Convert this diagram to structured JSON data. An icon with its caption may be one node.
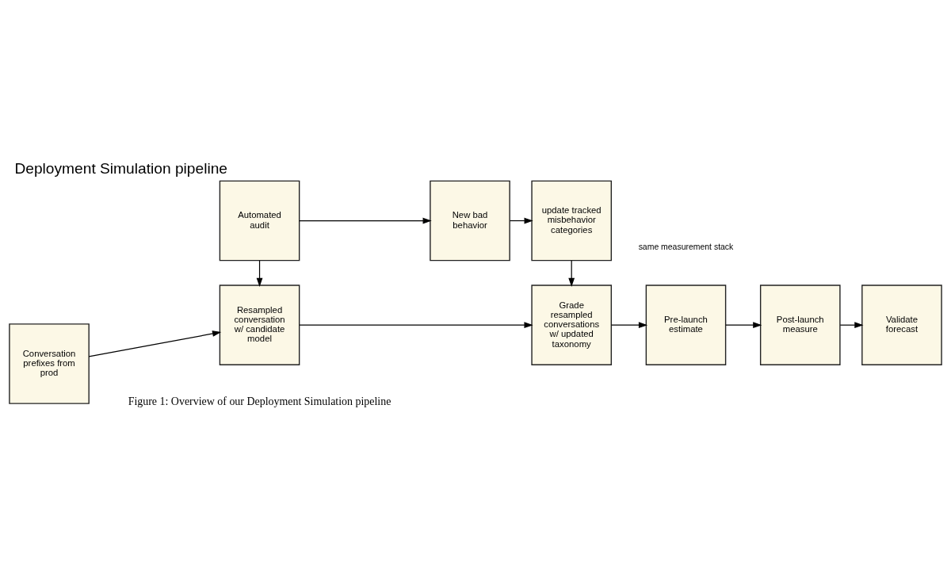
{
  "diagram": {
    "title": "Deployment Simulation pipeline",
    "caption": "Figure 1: Overview of our Deployment Simulation pipeline",
    "nodes": [
      {
        "text": [
          "Automated audit"
        ]
      },
      {
        "text": [
          "New bad behavior"
        ]
      },
      {
        "text": [
          "update tracked misbehavior categories"
        ]
      },
      {
        "text": [
          "Conversation prefixes from prod"
        ]
      },
      {
        "text": [
          "Resampled conversation w/ candidate model"
        ]
      },
      {
        "text": [
          "Grade resampled conversations w/ updated taxonomy"
        ]
      },
      {
        "text": [
          "Pre-launch estimate"
        ]
      },
      {
        "text": [
          "Post-launch measure"
        ]
      },
      {
        "text": [
          "Validate forecast"
        ]
      }
    ],
    "edges": [
      {
        "from": 0,
        "to": 1,
        "arrow": "to"
      },
      {
        "from": 1,
        "to": 2,
        "arrow": "to"
      },
      {
        "from": 0,
        "to": 4,
        "arrow": "to"
      },
      {
        "from": 2,
        "to": 5,
        "arrow": "to"
      },
      {
        "from": 3,
        "to": 4,
        "arrow": "to"
      },
      {
        "from": 4,
        "to": 5,
        "arrow": "to"
      },
      {
        "from": 5,
        "to": 6,
        "arrow": "to"
      },
      {
        "from": 6,
        "to": 7,
        "arrow": "to"
      },
      {
        "from": 7,
        "to": 8,
        "arrow": "to"
      }
    ],
    "labels": [
      "same measurement stack"
    ]
  }
}
